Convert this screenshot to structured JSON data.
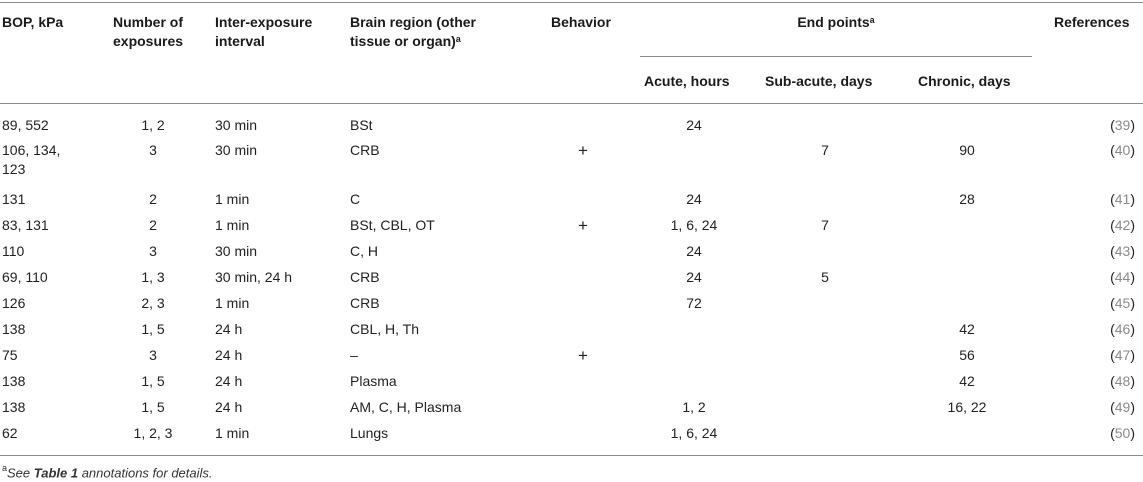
{
  "headers": {
    "bop": "BOP, kPa",
    "exposures": "Number of exposures",
    "interval": "Inter-exposure interval",
    "region": "Brain region (other tissue or organ)",
    "region_sup": "a",
    "behavior": "Behavior",
    "endpoints": "End points",
    "endpoints_sup": "a",
    "acute": "Acute, hours",
    "subacute": "Sub-acute, days",
    "chronic": "Chronic, days",
    "references": "References"
  },
  "rows": [
    {
      "bop": "89, 552",
      "bop2": "",
      "exposures": "1, 2",
      "interval": "30 min",
      "region": "BSt",
      "behavior": "",
      "acute": "24",
      "subacute": "",
      "chronic": "",
      "ref": "39"
    },
    {
      "bop": "106, 134,",
      "bop2": "123",
      "exposures": "3",
      "interval": "30 min",
      "region": "CRB",
      "behavior": "+",
      "acute": "",
      "subacute": "7",
      "chronic": "90",
      "ref": "40"
    },
    {
      "bop": "131",
      "bop2": "",
      "exposures": "2",
      "interval": "1 min",
      "region": "C",
      "behavior": "",
      "acute": "24",
      "subacute": "",
      "chronic": "28",
      "ref": "41"
    },
    {
      "bop": "83, 131",
      "bop2": "",
      "exposures": "2",
      "interval": "1 min",
      "region": "BSt, CBL, OT",
      "behavior": "+",
      "acute": "1, 6, 24",
      "subacute": "7",
      "chronic": "",
      "ref": "42"
    },
    {
      "bop": "110",
      "bop2": "",
      "exposures": "3",
      "interval": "30 min",
      "region": "C, H",
      "behavior": "",
      "acute": "24",
      "subacute": "",
      "chronic": "",
      "ref": "43"
    },
    {
      "bop": "69, 110",
      "bop2": "",
      "exposures": "1, 3",
      "interval": "30 min, 24 h",
      "region": "CRB",
      "behavior": "",
      "acute": "24",
      "subacute": "5",
      "chronic": "",
      "ref": "44"
    },
    {
      "bop": "126",
      "bop2": "",
      "exposures": "2, 3",
      "interval": "1 min",
      "region": "CRB",
      "behavior": "",
      "acute": "72",
      "subacute": "",
      "chronic": "",
      "ref": "45"
    },
    {
      "bop": "138",
      "bop2": "",
      "exposures": "1, 5",
      "interval": "24 h",
      "region": "CBL, H, Th",
      "behavior": "",
      "acute": "",
      "subacute": "",
      "chronic": "42",
      "ref": "46"
    },
    {
      "bop": "75",
      "bop2": "",
      "exposures": "3",
      "interval": "24 h",
      "region": "–",
      "behavior": "+",
      "acute": "",
      "subacute": "",
      "chronic": "56",
      "ref": "47"
    },
    {
      "bop": "138",
      "bop2": "",
      "exposures": "1, 5",
      "interval": "24 h",
      "region": "Plasma",
      "behavior": "",
      "acute": "",
      "subacute": "",
      "chronic": "42",
      "ref": "48"
    },
    {
      "bop": "138",
      "bop2": "",
      "exposures": "1, 5",
      "interval": "24 h",
      "region": "AM, C, H, Plasma",
      "behavior": "",
      "acute": "1, 2",
      "subacute": "",
      "chronic": "16, 22",
      "ref": "49"
    },
    {
      "bop": "62",
      "bop2": "",
      "exposures": "1, 2, 3",
      "interval": "1 min",
      "region": "Lungs",
      "behavior": "",
      "acute": "1, 6, 24",
      "subacute": "",
      "chronic": "",
      "ref": "50"
    }
  ],
  "footnote": {
    "sup": "a",
    "text_before": "See ",
    "table_ref": "Table 1",
    "text_after": " annotations for details."
  }
}
